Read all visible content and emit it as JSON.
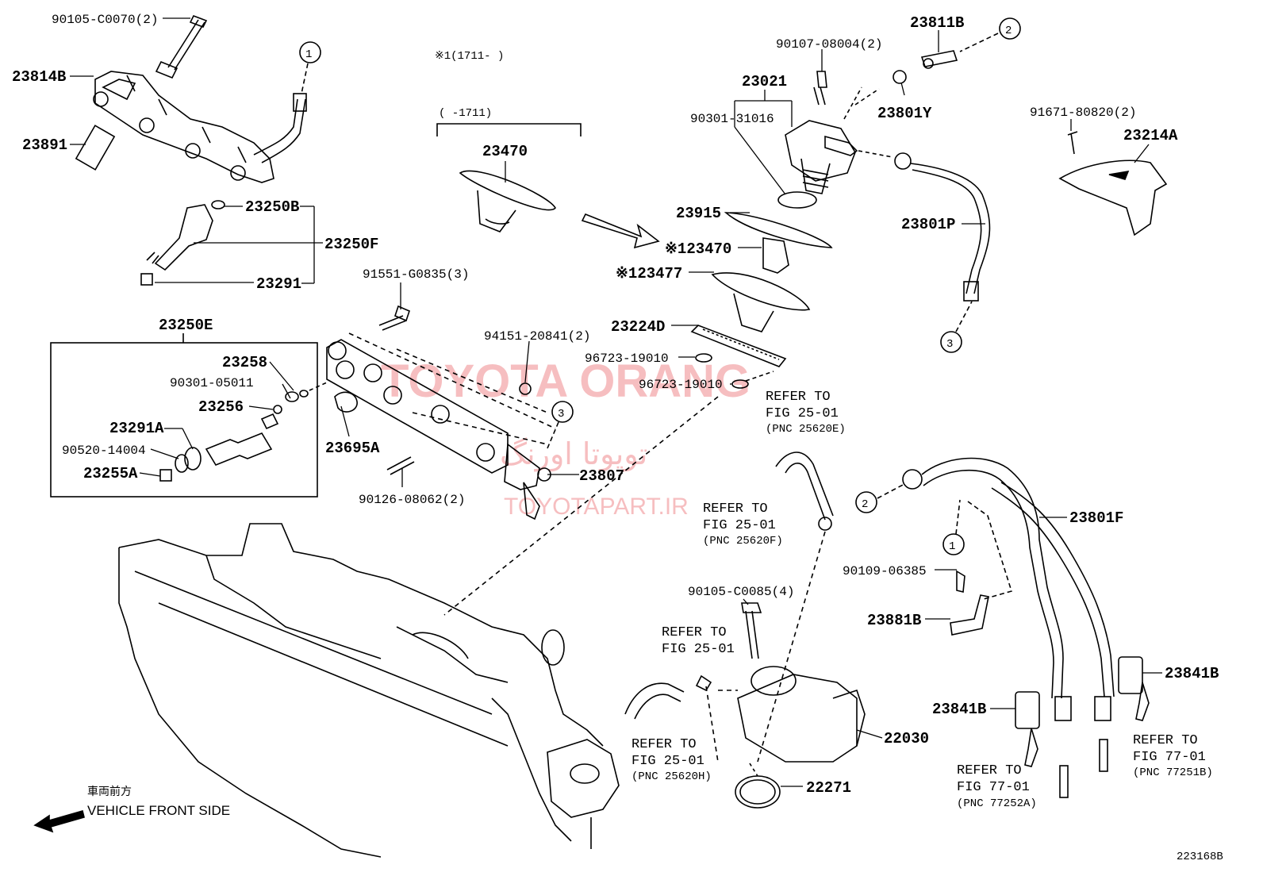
{
  "diagram": {
    "figure_code": "223168B",
    "watermark": {
      "title": "TOYOTA ORANG",
      "arabic": "تويوتا اورنگ",
      "site": "TOYOTAPART.IR",
      "color": "#e8474c"
    },
    "date_notes": {
      "from": "※1(1711-    )",
      "until": "(    -1711)"
    },
    "direction": {
      "japanese": "車両前方",
      "english": "VEHICLE FRONT SIDE"
    },
    "callouts": [
      "1",
      "2",
      "3"
    ],
    "labels": {
      "p_90105_c0070": "90105-C0070(2)",
      "p_23814b": "23814B",
      "p_23891": "23891",
      "p_23250b": "23250B",
      "p_23250f": "23250F",
      "p_23291": "23291",
      "p_23250e": "23250E",
      "p_23258": "23258",
      "p_90301_05011": "90301-05011",
      "p_23256": "23256",
      "p_23291a": "23291A",
      "p_90520_14004": "90520-14004",
      "p_23255a": "23255A",
      "p_91551_g0835": "91551-G0835(3)",
      "p_23695a": "23695A",
      "p_94151_20841": "94151-20841(2)",
      "p_23807": "23807",
      "p_90126_08062": "90126-08062(2)",
      "p_23470": "23470",
      "p_23470_s": "※123470",
      "p_23477_s": "※123477",
      "p_23915": "23915",
      "p_23224d": "23224D",
      "p_96723_a": "96723-19010",
      "p_96723_b": "96723-19010",
      "p_90107_08004": "90107-08004(2)",
      "p_23021": "23021",
      "p_90301_31016": "90301-31016",
      "p_23811b": "23811B",
      "p_23801y": "23801Y",
      "p_91671_80820": "91671-80820(2)",
      "p_23214a": "23214A",
      "p_23801p": "23801P",
      "p_23801f": "23801F",
      "p_90109_06385": "90109-06385",
      "p_23881b": "23881B",
      "p_23841b_r": "23841B",
      "p_23841b_l": "23841B",
      "p_90105_c0085": "90105-C0085(4)",
      "p_22030": "22030",
      "p_22271": "22271"
    },
    "refer_blocks": [
      {
        "line1": "REFER TO",
        "line2": "FIG 25-01",
        "line3": "(PNC 25620E)"
      },
      {
        "line1": "REFER TO",
        "line2": "FIG 25-01",
        "line3": "(PNC 25620F)"
      },
      {
        "line1": "REFER TO",
        "line2": "FIG 25-01",
        "line3": ""
      },
      {
        "line1": "REFER TO",
        "line2": "FIG 25-01",
        "line3": "(PNC 25620H)"
      },
      {
        "line1": "REFER TO",
        "line2": "FIG 77-01",
        "line3": "(PNC 77252A)"
      },
      {
        "line1": "REFER TO",
        "line2": "FIG 77-01",
        "line3": "(PNC 77251B)"
      }
    ]
  }
}
